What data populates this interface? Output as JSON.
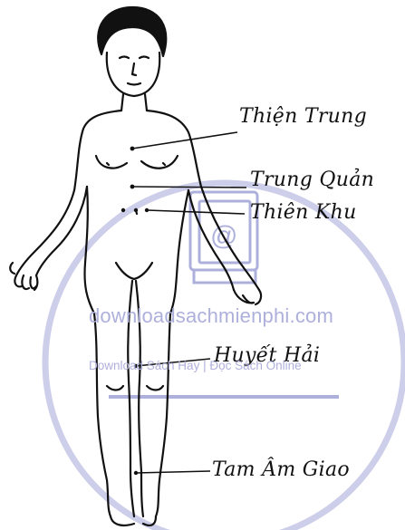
{
  "labels": {
    "thien_trung": "Thiện Trung",
    "trung_quan": "Trung Quản",
    "thien_khu": "Thiên Khu",
    "huyet_hai": "Huyết Hải",
    "tam_am_giao": "Tam Âm Giao"
  },
  "watermark": {
    "site": "downloadsachmienphi.com",
    "tagline": "Download Sách Hay | Đọc Sách Online"
  },
  "colors": {
    "ink": "#111111",
    "watermark": "#aeb0dc",
    "background": "#ffffff"
  }
}
